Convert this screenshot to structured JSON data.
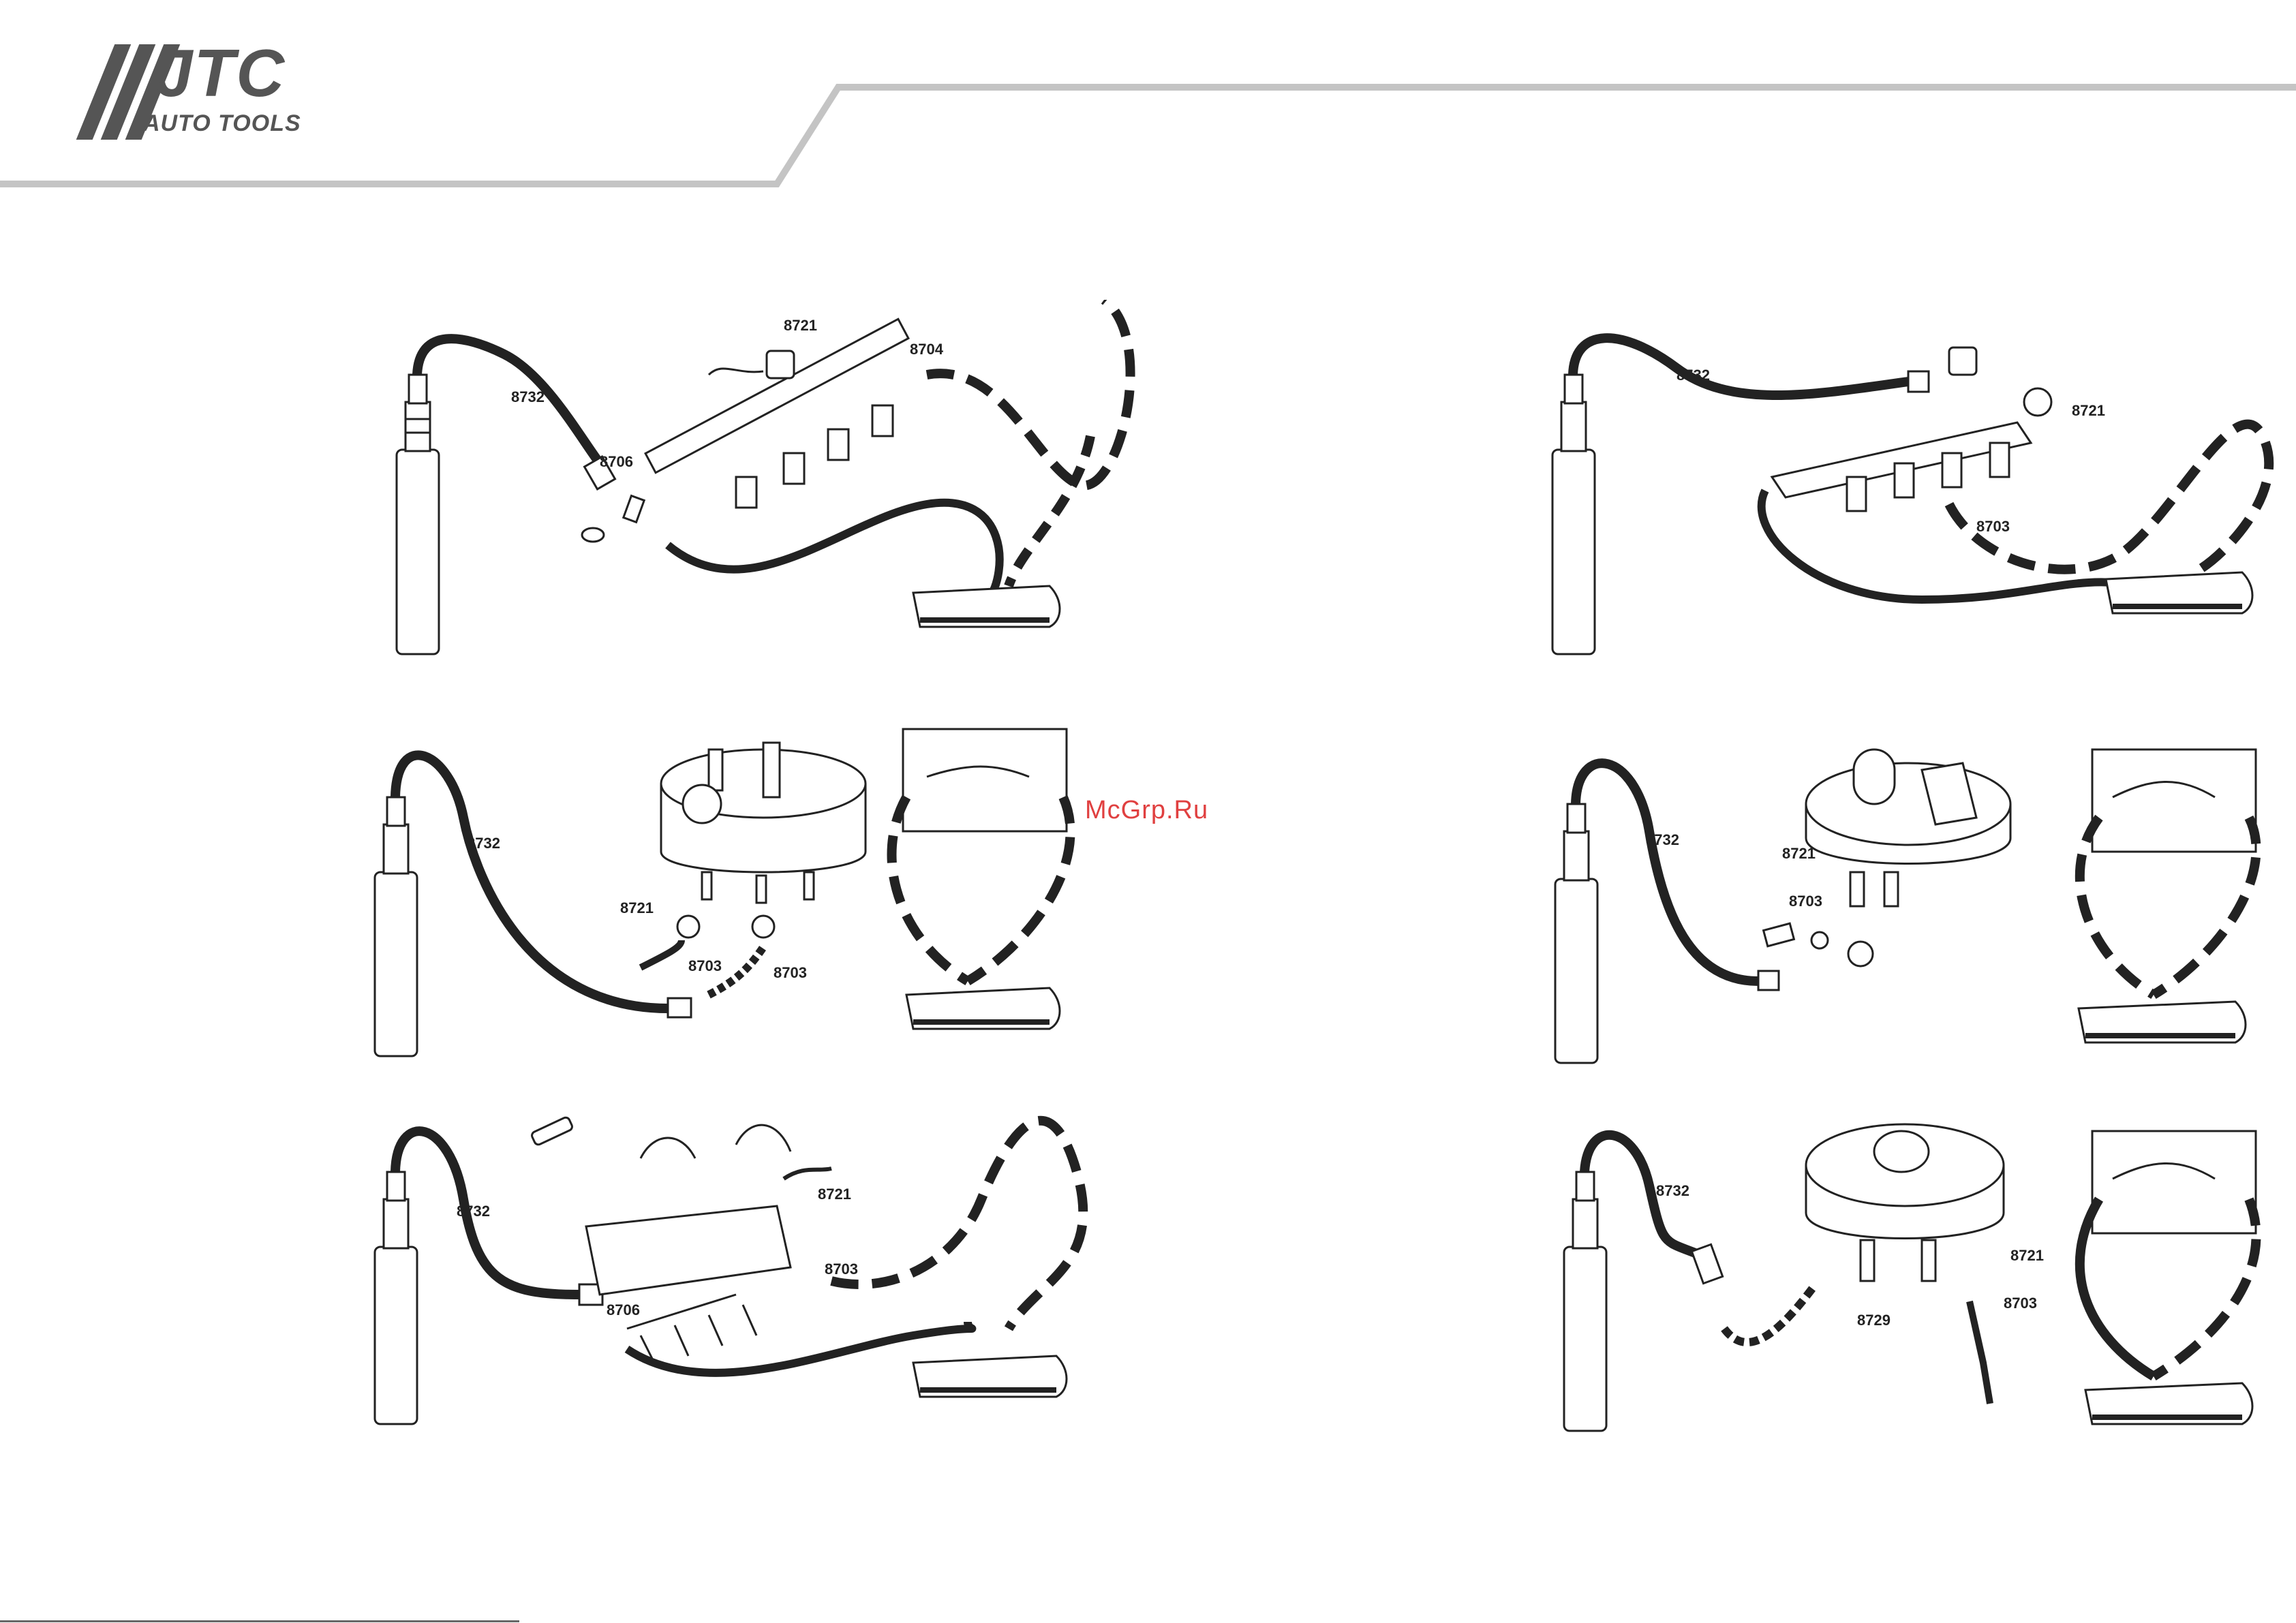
{
  "brand": {
    "name": "JTC",
    "sub": "AUTO TOOLS"
  },
  "watermark": "McGrp.Ru",
  "diagrams": [
    {
      "id": "d1",
      "labels": [
        "8732",
        "8706",
        "8721",
        "8704"
      ]
    },
    {
      "id": "d2",
      "labels": [
        "8732",
        "8721",
        "8703"
      ]
    },
    {
      "id": "d3",
      "labels": [
        "8732",
        "8721",
        "8703",
        "8703"
      ]
    },
    {
      "id": "d4",
      "labels": [
        "8732",
        "8721",
        "8703"
      ]
    },
    {
      "id": "d5",
      "labels": [
        "8732",
        "8721",
        "8703",
        "8706"
      ]
    },
    {
      "id": "d6",
      "labels": [
        "8732",
        "8721",
        "8729",
        "8703"
      ]
    }
  ]
}
